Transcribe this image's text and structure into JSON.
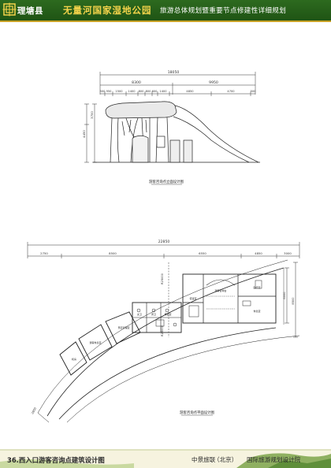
{
  "header": {
    "county": "理塘县",
    "park_name": "无量河国家湿地公园",
    "subtitle": "旅游总体规划暨重要节点修建性详细规划"
  },
  "elevation": {
    "dims_total": "18050",
    "dims_left": "8300",
    "dims_right": "9950",
    "dims_segments": [
      "500",
      "950",
      "1500",
      "1400",
      "800",
      "800",
      "600",
      "1400",
      "4850",
      "4700",
      "500"
    ],
    "height_upper": "3700",
    "height_total": "4450",
    "caption": "游客咨询点立面设计图"
  },
  "plan": {
    "dims_total": "22850",
    "dims_segments": [
      "2750",
      "8500",
      "6550",
      "4850",
      "3000"
    ],
    "left_dims": [
      "R25000",
      "R28000"
    ],
    "right_dims": [
      "6000",
      "8500"
    ],
    "corner_dim": "2800",
    "caption": "游客咨询点平面设计图",
    "room_labels": {
      "r1": "机房",
      "r2": "游客休息室",
      "r3": "景区管理室",
      "r4": "女卫",
      "r5": "男卫",
      "r6": "母婴室",
      "r7": "游客咨询台",
      "r8": "医疗室",
      "r9": "休息室",
      "r10": "值班室"
    }
  },
  "footer": {
    "title": "36.西入口游客咨询点建筑设计图",
    "org1": "中景旅联",
    "org2": "（北京）",
    "org3": "国际旅游规划设计院"
  }
}
